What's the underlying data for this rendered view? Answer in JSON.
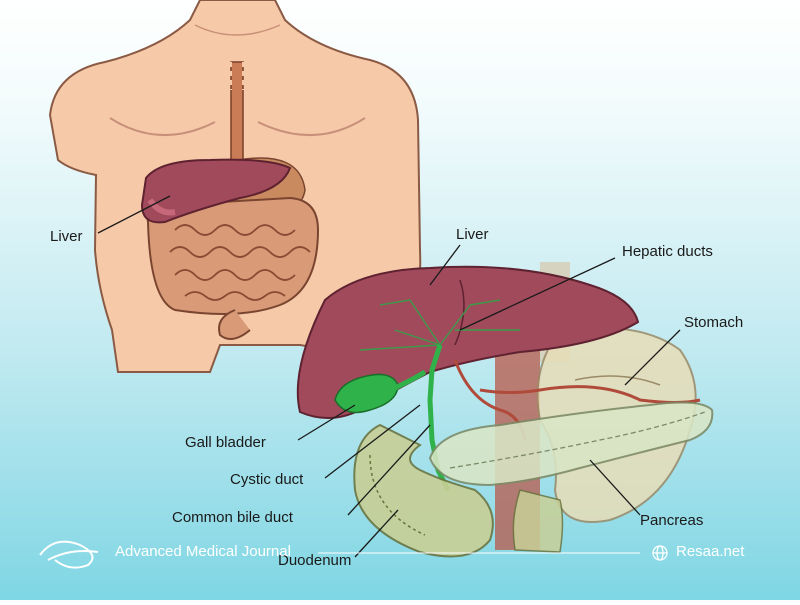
{
  "labels": {
    "liver_body": "Liver",
    "liver_main": "Liver",
    "hepatic_ducts": "Hepatic ducts",
    "stomach": "Stomach",
    "gall_bladder": "Gall bladder",
    "cystic_duct": "Cystic duct",
    "common_bile_duct": "Common bile duct",
    "pancreas": "Pancreas",
    "duodenum": "Duodenum"
  },
  "footer": {
    "journal": "Advanced Medical Journal",
    "site": "Resaa.net"
  },
  "colors": {
    "skin": "#f6c9a8",
    "liver": "#a14a5c",
    "gallbladder": "#2fb24a",
    "intestine": "#d99a78",
    "pancreas": "#d9e6c6",
    "footer_text": "#ffffff"
  }
}
